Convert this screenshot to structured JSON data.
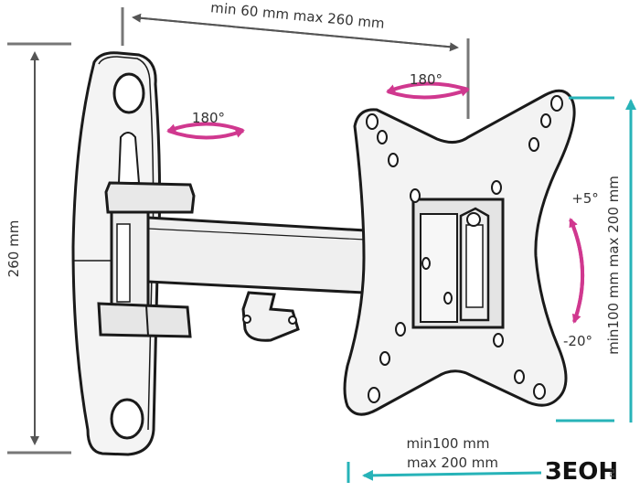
{
  "labels": {
    "width_range": "min 60 mm max 260 mm",
    "swivel_plate": "180°",
    "swivel_wall": "180°",
    "height": "260 mm",
    "vesa_vertical": "min100 mm max 200 mm",
    "tilt_up": "+5°",
    "tilt_down": "-20°",
    "vesa_horizontal_min": "min100 mm",
    "vesa_horizontal_max": "max 200 mm"
  },
  "logo": {
    "text": "ЗЕОН",
    "sub": "ru"
  },
  "colors": {
    "dimension_line": "#555555",
    "rotation_arrow": "#d0388f",
    "vesa_accent": "#27b3b8",
    "outline": "#1a1a1a",
    "plate_fill": "#f2f2f2"
  }
}
